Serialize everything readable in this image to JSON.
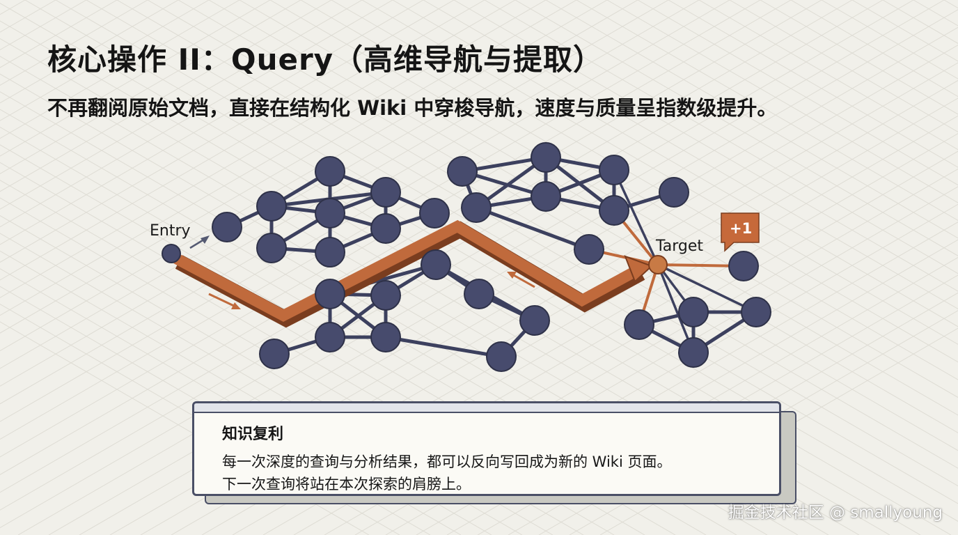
{
  "title": "核心操作 II：Query（高维导航与提取）",
  "subtitle": "不再翻阅原始文档，直接在结构化 Wiki 中穿梭导航，速度与质量呈指数级提升。",
  "diagram": {
    "entry_label": "Entry",
    "target_label": "Target",
    "badge_text": "+1",
    "colors": {
      "node": "#474b6d",
      "edge": "#3c405e",
      "path": "#c06a3c",
      "path_dark": "#7a3d1f",
      "target": "#c87a45",
      "badge": "#c6693a"
    }
  },
  "info_box": {
    "heading": "知识复利",
    "line1": "每一次深度的查询与分析结果，都可以反向写回成为新的 Wiki 页面。",
    "line2": "下一次查询将站在本次探索的肩膀上。"
  },
  "watermark": "掘金技术社区 @ smallyoung"
}
